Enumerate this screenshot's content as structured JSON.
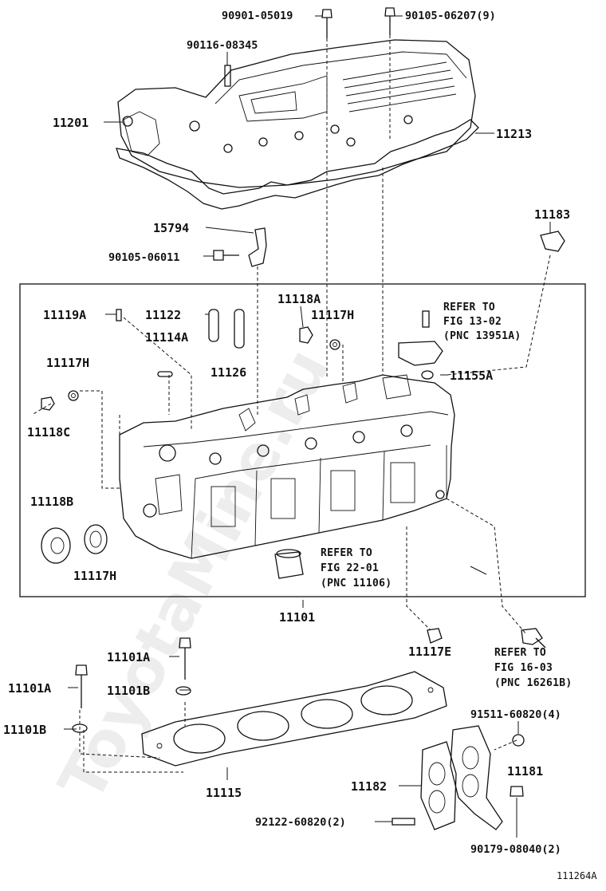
{
  "watermark": "ToyotaMine.ru",
  "diagram_code": "111264A",
  "labels": {
    "p90901_05019": "90901-05019",
    "p90105_06207": "90105-06207(9)",
    "p90116_08345": "90116-08345",
    "p11201": "11201",
    "p11213": "11213",
    "p11183": "11183",
    "p15794": "15794",
    "p90105_06011": "90105-06011",
    "p11119A": "11119A",
    "p11122": "11122",
    "p11118A": "11118A",
    "p11117H_top": "11117H",
    "p11114A": "11114A",
    "p11126": "11126",
    "p11117H_left": "11117H",
    "p11118C": "11118C",
    "p11155A": "11155A",
    "p11118B": "11118B",
    "p11117H_bottom": "11117H",
    "p11101": "11101",
    "p11117E": "11117E",
    "p11101A_upper": "11101A",
    "p11101A_left": "11101A",
    "p11101B_upper": "11101B",
    "p11101B_left": "11101B",
    "p11115": "11115",
    "p91511_60820": "91511-60820(4)",
    "p11181": "11181",
    "p11182": "11182",
    "p92122_60820": "92122-60820(2)",
    "p90179_08040": "90179-08040(2)"
  },
  "refs": {
    "fig13": [
      "REFER TO",
      "FIG 13-02",
      "(PNC 13951A)"
    ],
    "fig22": [
      "REFER TO",
      "FIG 22-01",
      "(PNC 11106)"
    ],
    "fig16": [
      "REFER TO",
      "FIG 16-03",
      "(PNC 16261B)"
    ]
  }
}
